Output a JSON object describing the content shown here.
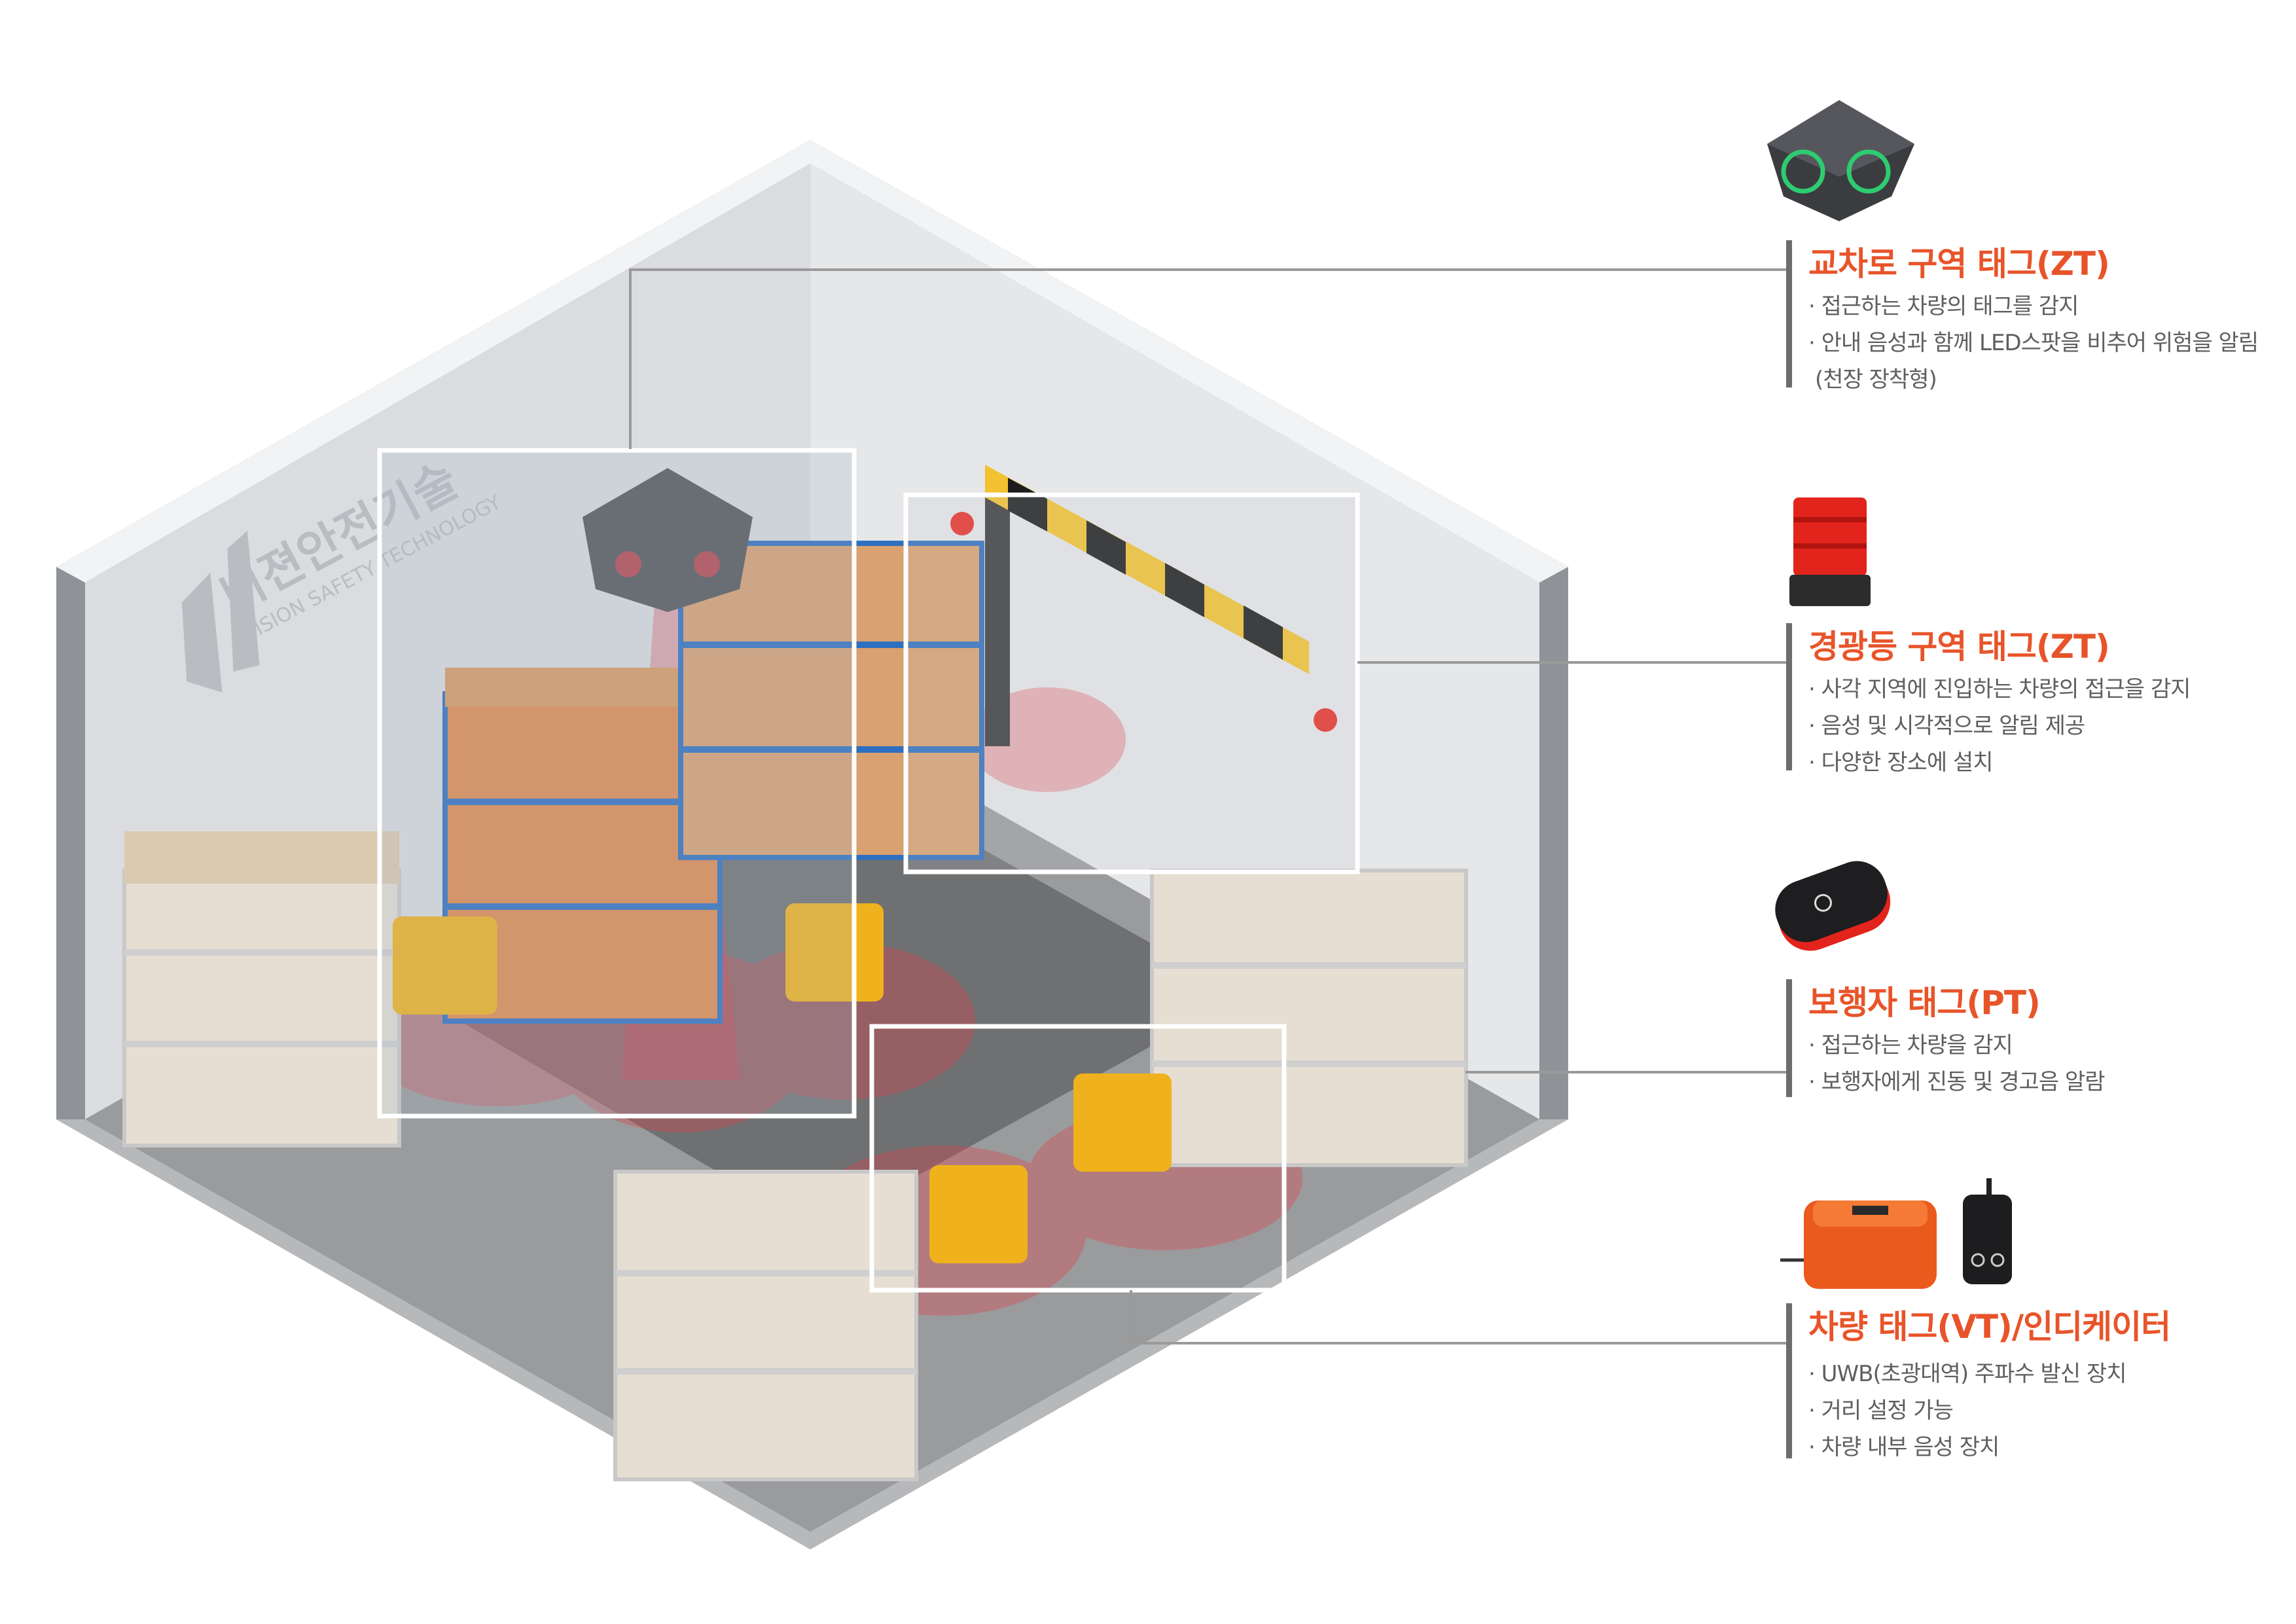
{
  "watermark": {
    "korean": "비젼안전기술",
    "english": "VISION SAFETY TECHNOLOGY"
  },
  "sections": [
    {
      "title": "교차로 구역 태그(ZT)",
      "icon": "ceiling-zone-tag-device",
      "bullets": [
        "· 접근하는 차량의 태그를 감지",
        "· 안내 음성과 함께 LED스팟을 비추어 위험을 알림",
        "(천장 장착형)"
      ]
    },
    {
      "title": "경광등 구역 태그(ZT)",
      "icon": "warning-beacon-light",
      "bullets": [
        "· 사각 지역에 진입하는 차량의 접근을 감지",
        "· 음성 및 시각적으로 알림 제공",
        "· 다양한 장소에 설치"
      ]
    },
    {
      "title": "보행자 태그(PT)",
      "icon": "pedestrian-tag-device",
      "bullets": [
        "· 접근하는 차량을 감지",
        "· 보행자에게 진동 및 경고음 알람"
      ]
    },
    {
      "title": "차량 태그(VT)/인디케이터",
      "icon": "vehicle-tag-and-indicator",
      "bullets": [
        "· UWB(초광대역) 주파수 발신 장치",
        "· 거리 설정 가능",
        "· 차량 내부 음성 장치"
      ]
    }
  ],
  "colors": {
    "accent": "#e8542a",
    "text": "#5f5f5f",
    "bar": "#6d6d6d",
    "connector": "#9a9a9a",
    "danger_zone": "#e0404a"
  }
}
